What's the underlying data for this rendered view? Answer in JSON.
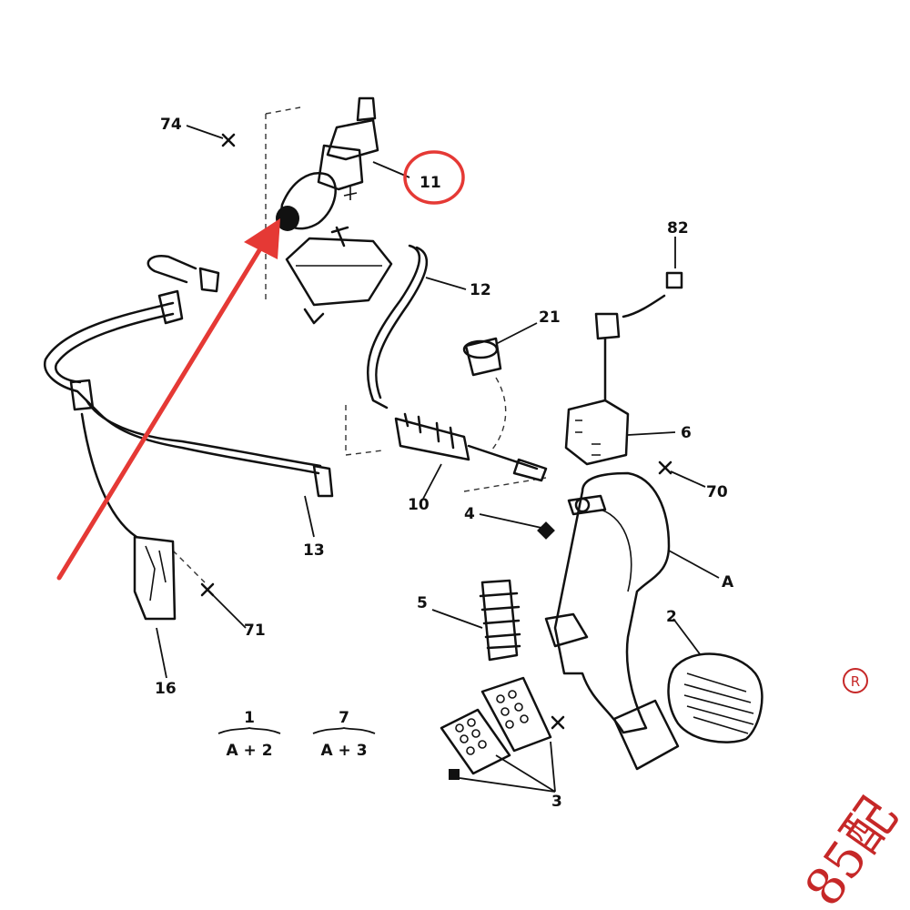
{
  "labels": {
    "l74": "74",
    "l11": "11",
    "l82": "82",
    "l12": "12",
    "l21": "21",
    "l6": "6",
    "l70": "70",
    "l10": "10",
    "l4": "4",
    "l13": "13",
    "lA": "A",
    "l5": "5",
    "l2": "2",
    "l71": "71",
    "l16": "16",
    "l3": "3"
  },
  "variants": [
    {
      "number": "1",
      "formula": "A + 2"
    },
    {
      "number": "7",
      "formula": "A + 3"
    }
  ],
  "watermark": {
    "text": "85配",
    "registered": "R"
  },
  "colors": {
    "highlight": "#e53935",
    "watermark": "#c62828",
    "line": "#111111"
  }
}
